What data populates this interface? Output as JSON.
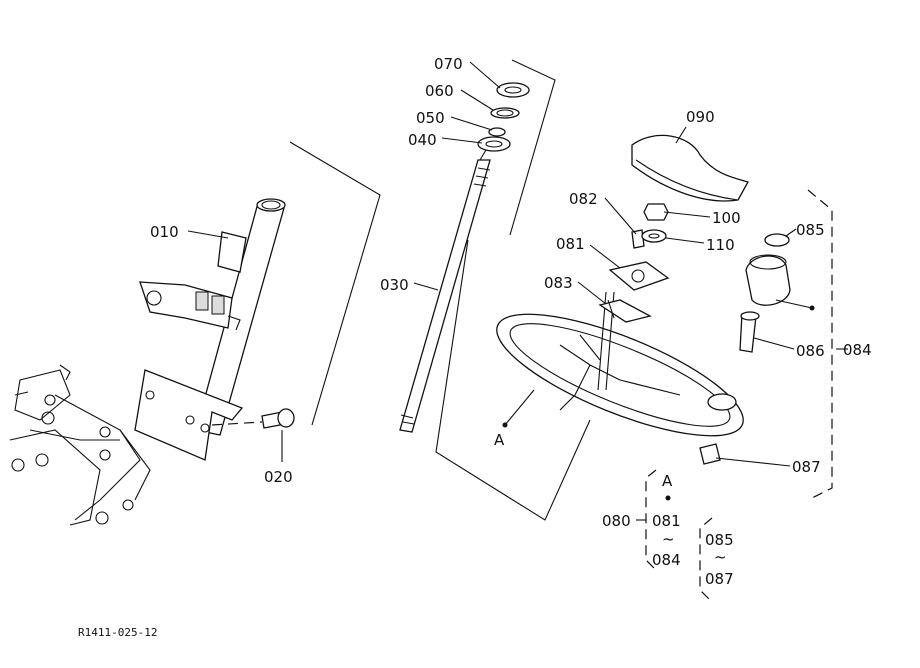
{
  "parts": {
    "p010": "010",
    "p020": "020",
    "p030": "030",
    "p040": "040",
    "p050": "050",
    "p060": "060",
    "p070": "070",
    "p081": "081",
    "p082": "082",
    "p083": "083",
    "p084": "084",
    "p085": "085",
    "p086": "086",
    "p087": "087",
    "p090": "090",
    "p100": "100",
    "p110": "110"
  },
  "markers": {
    "a": "A"
  },
  "legend": {
    "kit_080": {
      "code": "080",
      "marker": "A",
      "from": "081",
      "tilde": "~",
      "to": "084"
    },
    "kit_085": {
      "from": "085",
      "tilde": "~",
      "to": "087"
    }
  },
  "figure_code": "R1411-025-12"
}
